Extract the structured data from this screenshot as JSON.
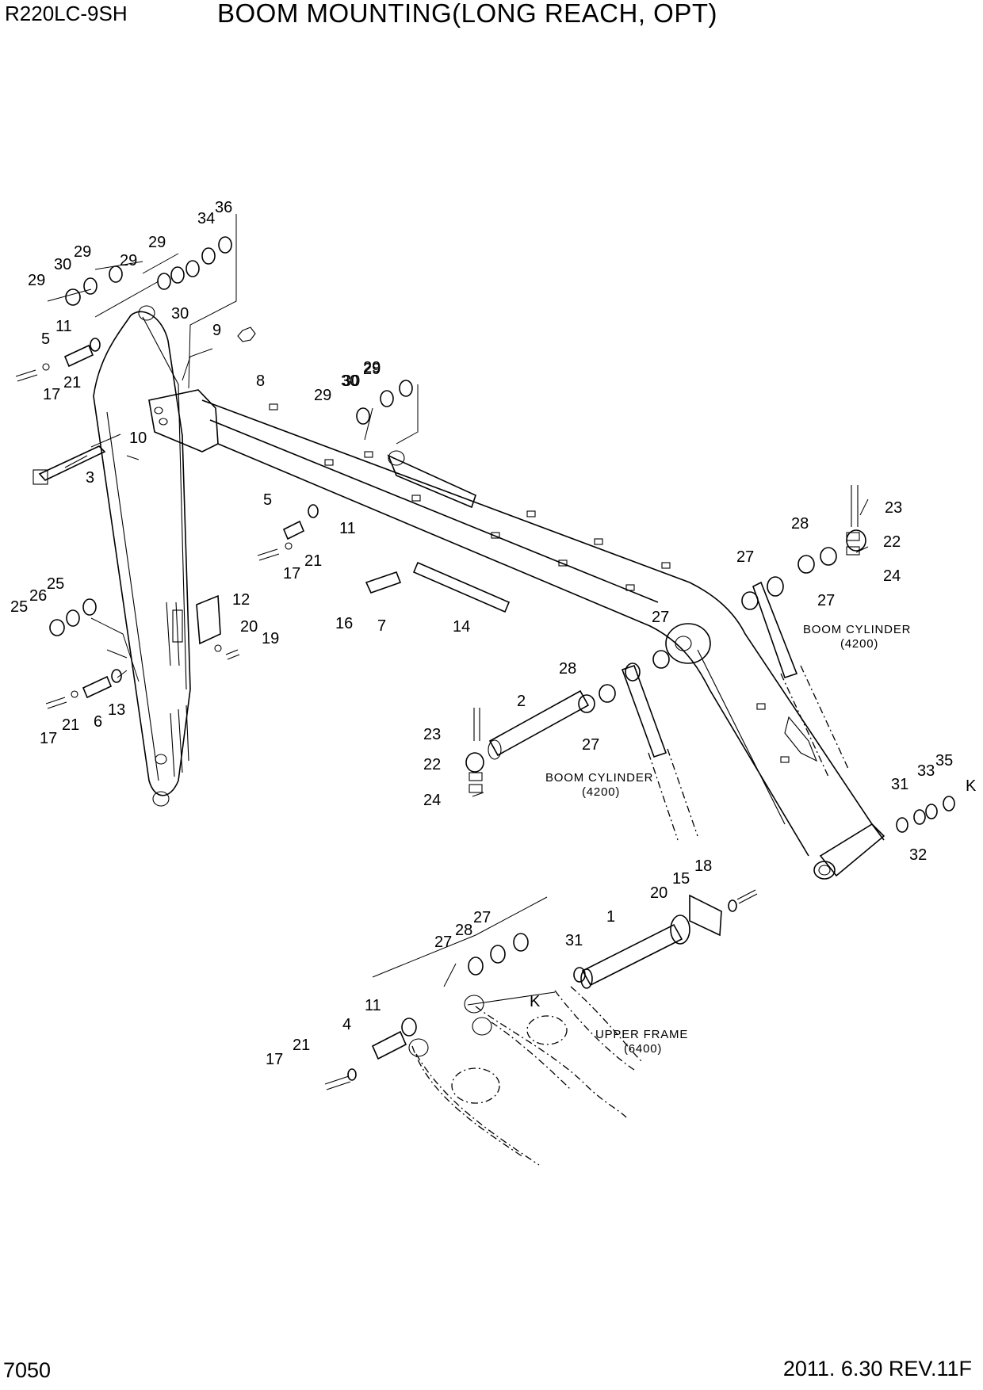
{
  "header": {
    "model": "R220LC-9SH",
    "title": "BOOM MOUNTING(LONG REACH, OPT)"
  },
  "footer": {
    "page": "7050",
    "date_rev": "2011. 6.30  REV.11F"
  },
  "notes": {
    "boom_cylinder_top": [
      "BOOM CYLINDER",
      "(4200)"
    ],
    "boom_cylinder_mid": [
      "BOOM CYLINDER",
      "(4200)"
    ],
    "upper_frame": [
      "UPPER FRAME",
      "(6400)"
    ]
  },
  "callouts": [
    "36",
    "34",
    "29",
    "29",
    "30",
    "29",
    "29",
    "30",
    "29",
    "30",
    "9",
    "8",
    "11",
    "5",
    "21",
    "17",
    "10",
    "3",
    "29",
    "30",
    "29",
    "5",
    "11",
    "21",
    "17",
    "16",
    "7",
    "14",
    "12",
    "20",
    "19",
    "25",
    "26",
    "25",
    "13",
    "6",
    "21",
    "17",
    "23",
    "28",
    "22",
    "27",
    "24",
    "27",
    "27",
    "28",
    "2",
    "27",
    "23",
    "22",
    "24",
    "31",
    "33",
    "35",
    "K",
    "32",
    "18",
    "15",
    "20",
    "1",
    "27",
    "28",
    "27",
    "31",
    "K",
    "11",
    "4",
    "21",
    "17"
  ]
}
